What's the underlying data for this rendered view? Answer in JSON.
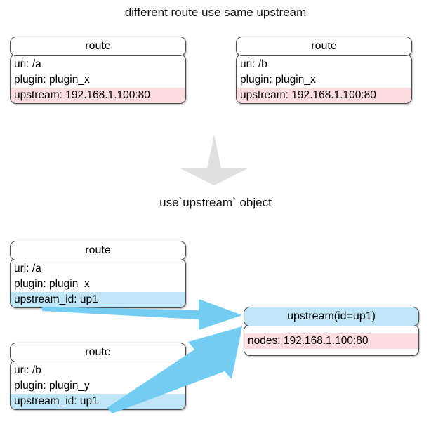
{
  "captions": {
    "top": "different route use same upstream",
    "middle": "use`upstream` object"
  },
  "colors": {
    "highlight_pink": "#fbdde1",
    "highlight_blue": "#bfe5f7",
    "arrow_blue": "#73cdf2",
    "arrow_gray": "#e0e0e0",
    "border": "#4d4d4d",
    "background": "#ffffff"
  },
  "top_section": {
    "cards": [
      {
        "title": "route",
        "rows": [
          {
            "text": "uri: /a",
            "highlight": "none"
          },
          {
            "text": "plugin: plugin_x",
            "highlight": "none"
          },
          {
            "text": "upstream: 192.168.1.100:80",
            "highlight": "pink"
          }
        ]
      },
      {
        "title": "route",
        "rows": [
          {
            "text": "uri: /b",
            "highlight": "none"
          },
          {
            "text": "plugin: plugin_x",
            "highlight": "none"
          },
          {
            "text": "upstream: 192.168.1.100:80",
            "highlight": "pink"
          }
        ]
      }
    ]
  },
  "bottom_section": {
    "route_cards": [
      {
        "title": "route",
        "rows": [
          {
            "text": "uri: /a",
            "highlight": "none"
          },
          {
            "text": "plugin: plugin_x",
            "highlight": "none"
          },
          {
            "text": "upstream_id: up1",
            "highlight": "blue"
          }
        ]
      },
      {
        "title": "route",
        "rows": [
          {
            "text": "uri: /b",
            "highlight": "none"
          },
          {
            "text": "plugin: plugin_y",
            "highlight": "none"
          },
          {
            "text": "upstream_id: up1",
            "highlight": "blue"
          }
        ]
      }
    ],
    "upstream_card": {
      "title": "upstream(id=up1)",
      "rows": [
        {
          "text": "nodes: 192.168.1.100:80",
          "highlight": "pink"
        }
      ]
    }
  },
  "arrows": {
    "transform_arrow": "down-arrow",
    "link_arrow_1": "route-a-to-upstream",
    "link_arrow_2": "route-b-to-upstream"
  }
}
